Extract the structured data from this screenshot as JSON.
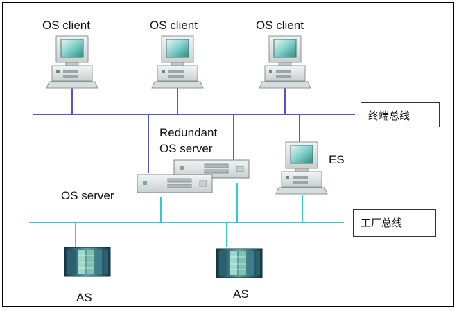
{
  "nodes": {
    "os_client_1": "OS client",
    "os_client_2": "OS client",
    "os_client_3": "OS client",
    "redundant_line1": "Redundant",
    "redundant_line2": "OS server",
    "os_server": "OS server",
    "es": "ES",
    "as_1": "AS",
    "as_2": "AS"
  },
  "buses": {
    "terminal_bus": "终端总线",
    "plant_bus": "工厂总线"
  },
  "colors": {
    "terminal_bus": "#5555cc",
    "plant_bus": "#33cccc",
    "frame": "#000000"
  }
}
